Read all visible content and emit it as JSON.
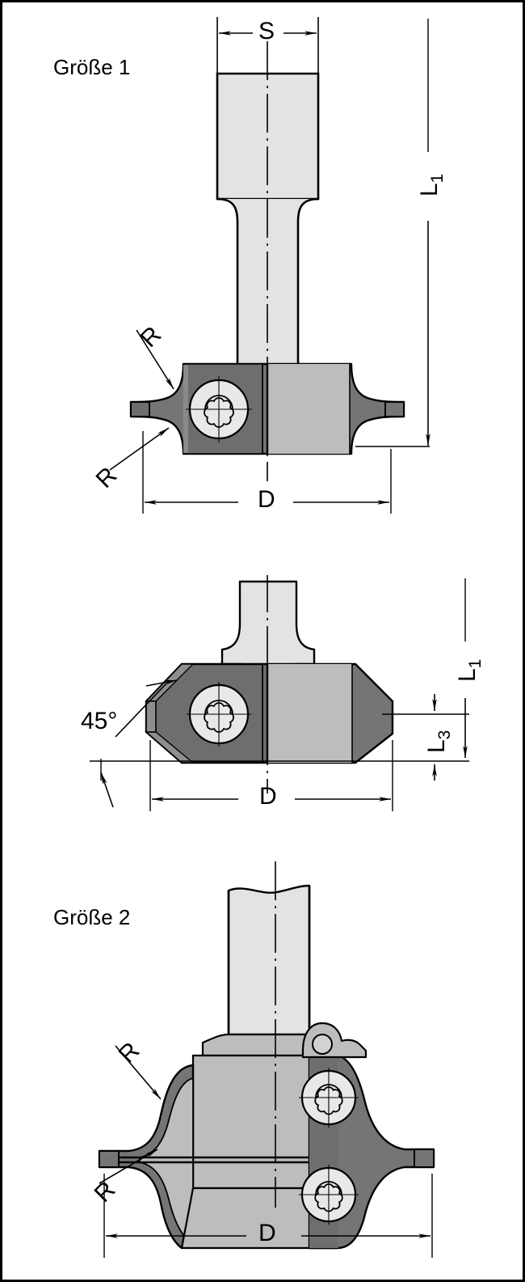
{
  "drawing": {
    "title_size1": "Größe 1",
    "title_size2": "Größe 2",
    "type": "technical-engineering-drawing",
    "subject": "profile cutter head with indexable inserts, torx screws",
    "language": "de"
  },
  "figure1": {
    "name": "Größe 1",
    "label": "Größe 1",
    "dimensions": {
      "shank_width": "S",
      "overall_length": "L",
      "overall_length_sub": "1",
      "overall_length_full": "L1",
      "cutter_diameter": "D",
      "radius_upper": "R",
      "radius_lower": "R"
    }
  },
  "figure2": {
    "name": "45 degree chamfer view",
    "dimensions": {
      "angle": "45°",
      "overall_length": "L",
      "overall_length_sub": "1",
      "overall_length_full": "L1",
      "cut_length": "L",
      "cut_length_sub": "3",
      "cut_length_full": "L3",
      "cutter_diameter": "D"
    }
  },
  "figure3": {
    "name": "Größe 2",
    "label": "Größe 2",
    "dimensions": {
      "radius_upper": "R",
      "radius_lower": "R",
      "cutter_diameter": "D"
    }
  },
  "colors": {
    "outline": "#000000",
    "shank_light": "#e3e3e3",
    "body_mid": "#bdbdbd",
    "body_light": "#cdcdcd",
    "insert_dark": "#757575",
    "insert_dark2": "#6e6e6e",
    "screw_face": "#e8e8e8",
    "background": "#ffffff",
    "border": "#000000"
  }
}
